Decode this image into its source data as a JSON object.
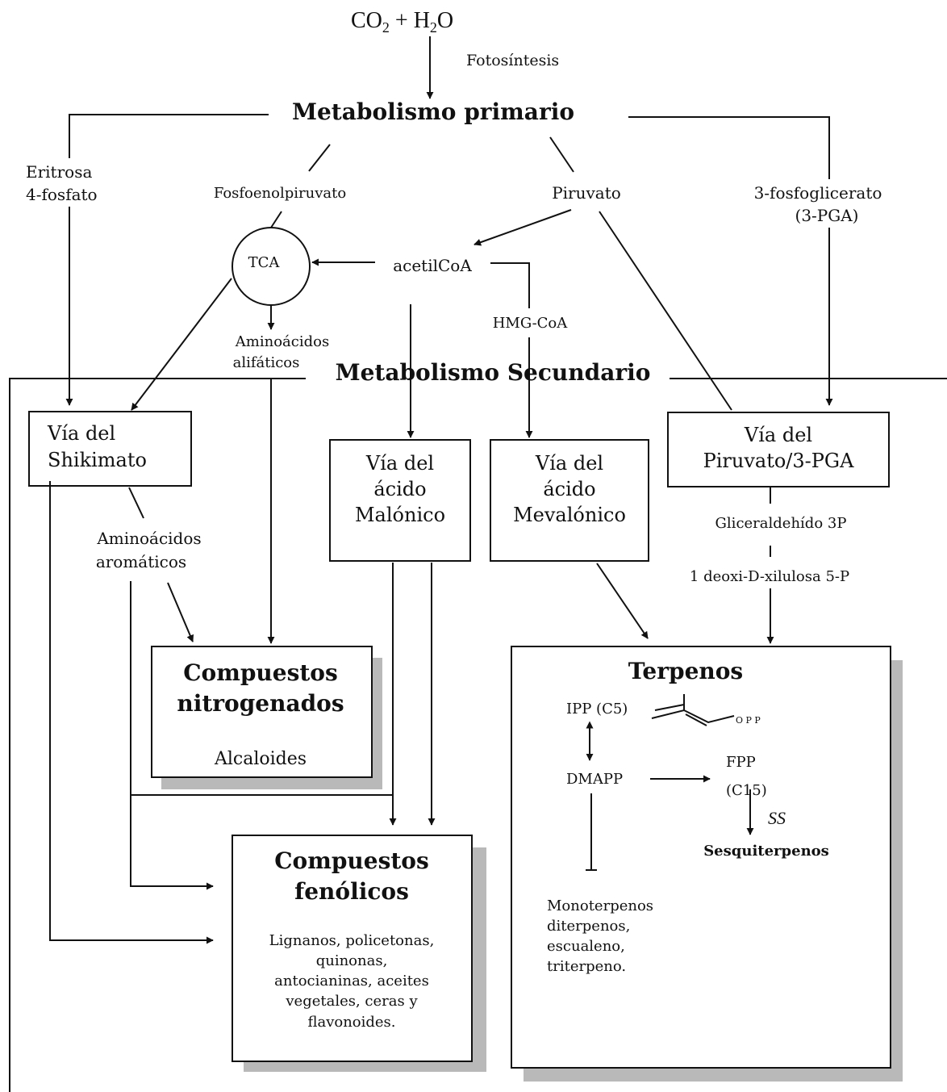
{
  "top": {
    "source_co2": "CO",
    "source_co2_sub": "2",
    "source_plus": " + H",
    "source_h2o_sub": "2",
    "source_o": "O",
    "photosynthesis": "Fotosíntesis"
  },
  "primary": {
    "title": "Metabolismo primario",
    "erythrose_l1": "Eritrosa",
    "erythrose_l2": "4-fosfato",
    "pep": "Fosfoenolpiruvato",
    "pyruvate": "Piruvato",
    "pga_l1": "3-fosfoglicerato",
    "pga_l2": "(3-PGA)",
    "tca": "TCA",
    "acetylcoa": "acetilCoA",
    "hmgcoa": "HMG-CoA",
    "aliphatic_l1": "Aminoácidos",
    "aliphatic_l2": "alifáticos"
  },
  "secondary": {
    "title": "Metabolismo Secundario",
    "shikimate_l1": "Vía del",
    "shikimate_l2": "Shikimato",
    "malonic_l1": "Vía del",
    "malonic_l2": "ácido",
    "malonic_l3": "Malónico",
    "mevalonic_l1": "Vía del",
    "mevalonic_l2": "ácido",
    "mevalonic_l3": "Mevalónico",
    "pyrpga_l1": "Vía del",
    "pyrpga_l2": "Piruvato/3-PGA",
    "aromatic_l1": "Aminoácidos",
    "aromatic_l2": "aromáticos",
    "glyceraldehyde": "Gliceraldehído 3P",
    "deoxyxylulose": "1 deoxi-D-xilulosa 5-P"
  },
  "nitrogen": {
    "title_l1": "Compuestos",
    "title_l2": "nitrogenados",
    "subtitle": "Alcaloides"
  },
  "phenolic": {
    "title_l1": "Compuestos",
    "title_l2": "fenólicos",
    "desc_l1": "Lignanos,  policetonas,",
    "desc_l2": "quinonas,",
    "desc_l3": "antocianinas, aceites",
    "desc_l4": "vegetales, ceras y",
    "desc_l5": "flavonoides."
  },
  "terpenes": {
    "title": "Terpenos",
    "ipp": "IPP (C5)",
    "opp": "O P P",
    "dmapp": "DMAPP",
    "fpp_l1": "FPP",
    "fpp_l2": "(C15)",
    "ss": "SS",
    "sesqui": "Sesquiterpenos",
    "mono_l1": "Monoterpenos",
    "mono_l2": "diterpenos,",
    "mono_l3": "escualeno,",
    "mono_l4": "triterpeno."
  }
}
